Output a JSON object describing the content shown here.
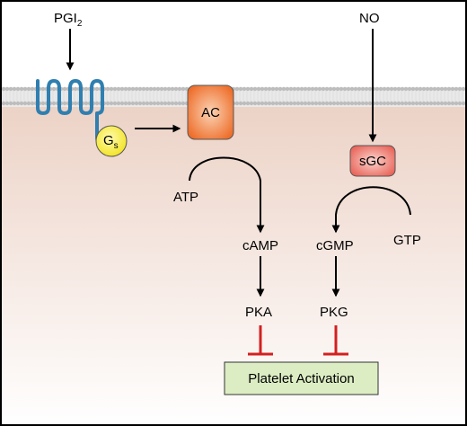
{
  "signals": {
    "pgi2": {
      "base": "PGI",
      "subscript": "2"
    },
    "no": "NO"
  },
  "proteins": {
    "gs": {
      "base": "G",
      "subscript": "s"
    },
    "ac": "AC",
    "sgc": "sGC"
  },
  "molecules": {
    "atp": "ATP",
    "camp": "cAMP",
    "pka": "PKA",
    "gtp": "GTP",
    "cgmp": "cGMP",
    "pkg": "PKG"
  },
  "outcome": {
    "label": "Platelet Activation"
  },
  "colors": {
    "membrane_head": "#bdbdbd",
    "membrane_stripe": "#e2e2e2",
    "cytoplasm_top": "#ecd2c6",
    "cytoplasm_bottom": "#ffffff",
    "receptor": "#2f7fb0",
    "gs_fill": "#f6ec3a",
    "ac_fill": "#f07a38",
    "sgc_fill": "#ee7c72",
    "outcome_fill": "#dcedc3",
    "inhibit": "#d32020",
    "arrow": "#000000"
  }
}
